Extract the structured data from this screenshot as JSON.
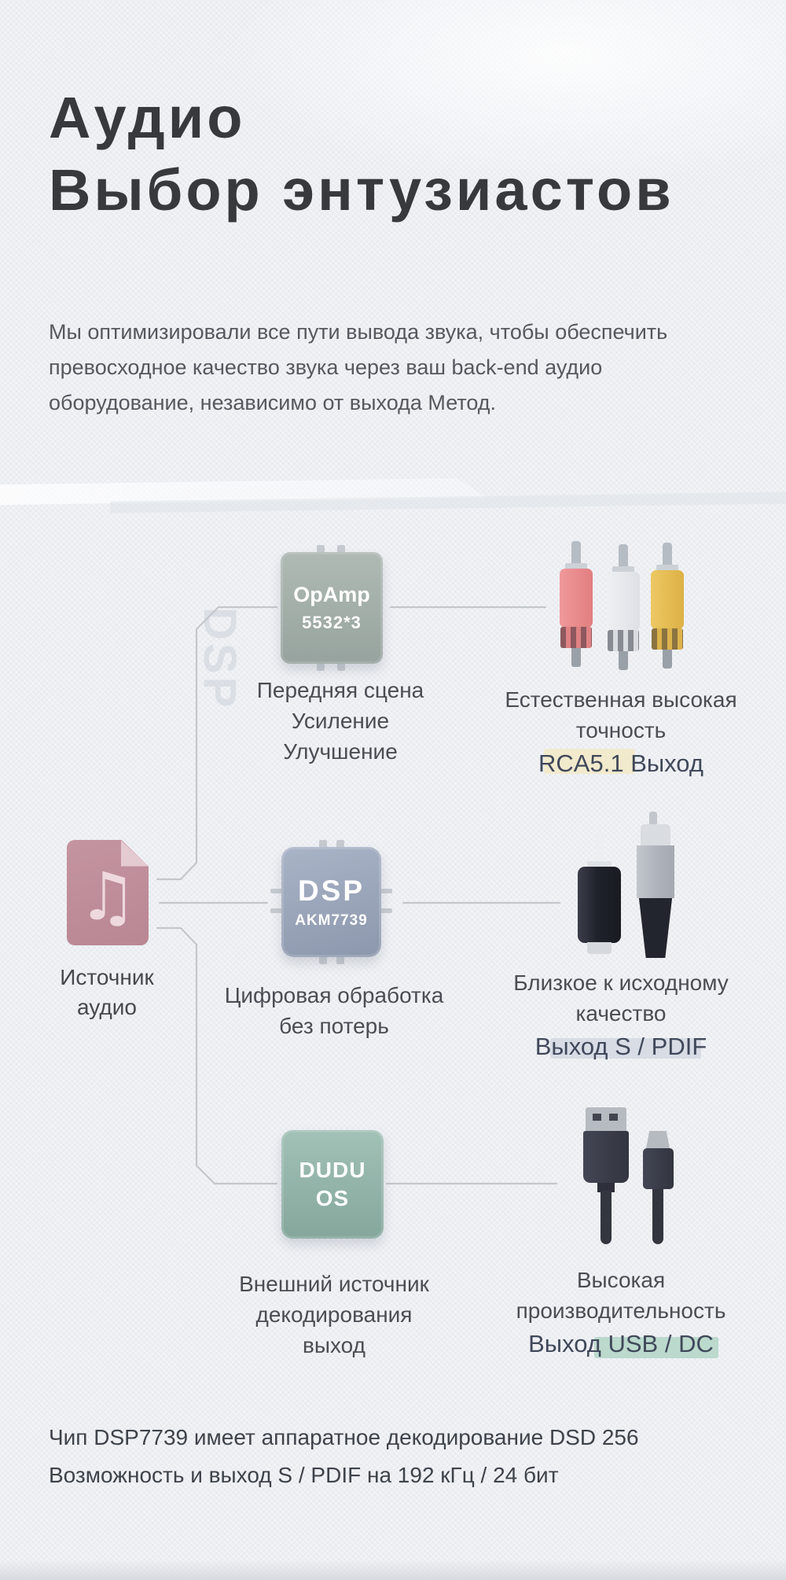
{
  "header": {
    "title_line1": "Аудио",
    "title_line2": "Выбор энтузиастов",
    "intro_line1": "Мы оптимизировали все пути вывода звука, чтобы обеспечить",
    "intro_line2": "превосходное качество звука через ваш back-end аудио",
    "intro_line3": "оборудование, независимо от выхода Метод."
  },
  "watermark_text": "DSP",
  "source": {
    "label_line1": "Источник",
    "label_line2": "аудио",
    "icon": "music-file-icon"
  },
  "rows": [
    {
      "chip_line1": "OpAmp",
      "chip_line2": "5532*3",
      "caption_line1": "Передняя сцена",
      "caption_line2": "Усиление",
      "caption_line3": "Улучшение",
      "result_line1": "Естественная высокая",
      "result_line2": "точность",
      "output_label": "RCA5.1 Выход",
      "highlight_color": "#f2eacd",
      "connector_icon": "rca-trio-icon",
      "chip_color": "#a3afa9"
    },
    {
      "chip_line1": "DSP",
      "chip_line2": "AKM7739",
      "caption_line1": "Цифровая обработка",
      "caption_line2": "без потерь",
      "result_line1": "Близкое к исходному",
      "result_line2": "качество",
      "output_label": "Выход S / PDIF",
      "highlight_color": "#d7dce5",
      "connector_icon": "spdif-plugs-icon",
      "chip_color": "#9aa5bb"
    },
    {
      "chip_line1": "DUDU",
      "chip_line2": "OS",
      "caption_line1": "Внешний источник",
      "caption_line2": "декодирования",
      "caption_line3": "выход",
      "result_line1": "Высокая",
      "result_line2": "производительность",
      "output_label": "Выход USB / DC",
      "highlight_color": "#bcd9cd",
      "connector_icon": "usb-cables-icon",
      "chip_color": "#93b5ab"
    }
  ],
  "footer": {
    "line1": "Чип DSP7739 имеет аппаратное декодирование DSD 256",
    "line2": "Возможность и выход S / PDIF на 192 кГц / 24 бит"
  }
}
